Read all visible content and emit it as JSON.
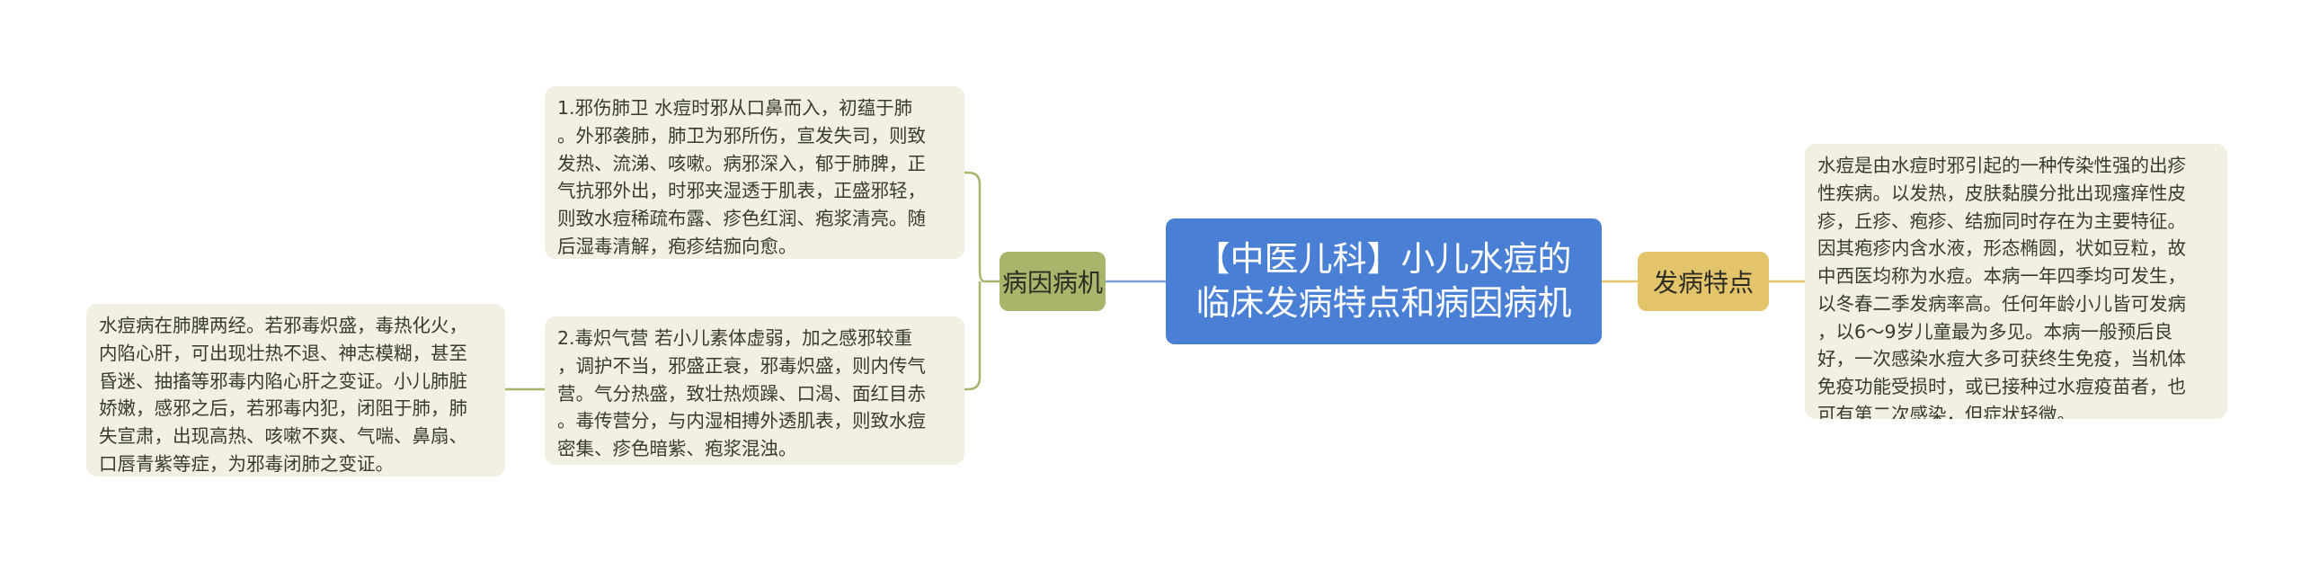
{
  "central": {
    "title": "【中医儿科】小儿水痘的\n临床发病特点和病因病机"
  },
  "branches": {
    "cause": {
      "label": "病因病机",
      "children": [
        {
          "text": "1.邪伤肺卫  水痘时邪从口鼻而入，初蕴于肺\n。外邪袭肺，肺卫为邪所伤，宣发失司，则致\n发热、流涕、咳嗽。病邪深入，郁于肺脾，正\n气抗邪外出，时邪夹湿透于肌表，正盛邪轻，\n则致水痘稀疏布露、疹色红润、疱浆清亮。随\n后湿毒清解，疱疹结痂向愈。"
        },
        {
          "text": "2.毒炽气营  若小儿素体虚弱，加之感邪较重\n，调护不当，邪盛正衰，邪毒炽盛，则内传气\n营。气分热盛，致壮热烦躁、口渴、面红目赤\n。毒传营分，与内湿相搏外透肌表，则致水痘\n密集、疹色暗紫、疱浆混浊。",
          "children": [
            {
              "text": "水痘病在肺脾两经。若邪毒炽盛，毒热化火，\n内陷心肝，可出现壮热不退、神志模糊，甚至\n昏迷、抽搐等邪毒内陷心肝之变证。小儿肺脏\n娇嫩，感邪之后，若邪毒内犯，闭阻于肺，肺\n失宣肃，出现高热、咳嗽不爽、气喘、鼻扇、\n口唇青紫等症，为邪毒闭肺之变证。"
            }
          ]
        }
      ]
    },
    "features": {
      "label": "发病特点",
      "children": [
        {
          "text": "水痘是由水痘时邪引起的一种传染性强的出疹\n性疾病。以发热，皮肤黏膜分批出现瘙痒性皮\n疹，丘疹、疱疹、结痂同时存在为主要特征。\n因其疱疹内含水液，形态椭圆，状如豆粒，故\n中西医均称为水痘。本病一年四季均可发生，\n以冬春二季发病率高。任何年龄小儿皆可发病\n，以6～9岁儿童最为多见。本病一般预后良\n好，一次感染水痘大多可获终生免疫，当机体\n免疫功能受损时，或已接种过水痘疫苗者，也\n可有第二次感染，但症状轻微。"
        }
      ]
    }
  },
  "colors": {
    "central_bg": "#4a7fd6",
    "branch_left_bg": "#a8b56b",
    "branch_right_bg": "#e3c46a",
    "note_bg": "#f2f0e3",
    "connector_left": "#a8b56b",
    "connector_right": "#e3c46a"
  }
}
